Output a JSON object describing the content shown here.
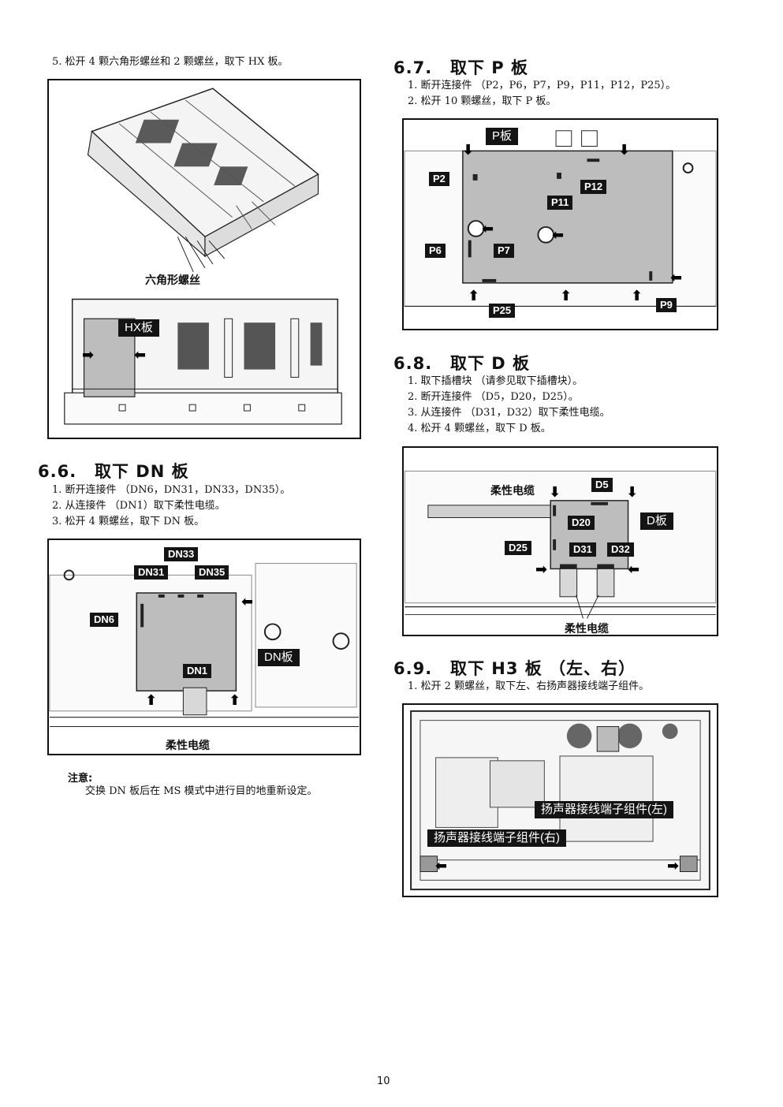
{
  "left": {
    "hx_step": "5. 松开 4 颗六角形螺丝和 2 颗螺丝，取下 HX 板。",
    "hx_fig": {
      "screw_caption": "六角形螺丝",
      "board_label": "HX板"
    },
    "dn": {
      "number": "6.6.",
      "title": "取下 DN 板",
      "steps": [
        "1. 断开连接件 （DN6，DN31，DN33，DN35）。",
        "2. 从连接件 （DN1）取下柔性电缆。",
        "3. 松开 4 颗螺丝，取下 DN 板。"
      ],
      "fig": {
        "labels": [
          "DN33",
          "DN31",
          "DN35",
          "DN6",
          "DN1"
        ],
        "board_label": "DN板",
        "cable_caption": "柔性电缆"
      }
    },
    "note": {
      "title": "注意:",
      "body": "交换 DN 板后在 MS 模式中进行目的地重新设定。"
    }
  },
  "right": {
    "p": {
      "number": "6.7.",
      "title": "取下 P 板",
      "steps": [
        "1. 断开连接件 （P2，P6，P7，P9，P11，P12，P25）。",
        "2. 松开 10 颗螺丝，取下 P 板。"
      ],
      "fig": {
        "board_label": "P板",
        "labels": [
          "P2",
          "P12",
          "P11",
          "P6",
          "P7",
          "P25",
          "P9"
        ]
      }
    },
    "d": {
      "number": "6.8.",
      "title": "取下 D 板",
      "steps": [
        "1. 取下插槽块 （请参见取下插槽块）。",
        "2. 断开连接件 （D5，D20，D25）。",
        "3. 从连接件 （D31，D32）取下柔性电缆。",
        "4. 松开 4 颗螺丝，取下 D 板。"
      ],
      "fig": {
        "cable_caption_top": "柔性电缆",
        "cable_caption_bottom": "柔性电缆",
        "board_label": "D板",
        "labels": [
          "D5",
          "D20",
          "D25",
          "D31",
          "D32"
        ]
      }
    },
    "h3": {
      "number": "6.9.",
      "title": "取下 H3 板 （左、右）",
      "steps": [
        "1. 松开 2 颗螺丝，取下左、右扬声器接线端子组件。"
      ],
      "fig": {
        "label_left": "扬声器接线端子组件(左)",
        "label_right": "扬声器接线端子组件(右)"
      }
    }
  },
  "page_number": "10"
}
